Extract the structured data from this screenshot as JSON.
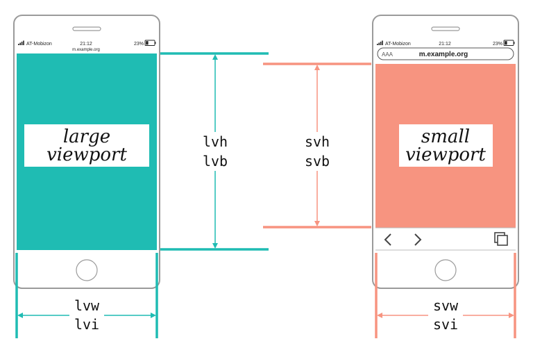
{
  "colors": {
    "teal": "#1fbcb3",
    "salmon": "#f79480",
    "phone_border": "#9a9a9a"
  },
  "left_phone": {
    "carrier": "AT-Mobizon",
    "time": "21:12",
    "battery": "23%",
    "url": "m.example.org",
    "label_line1": "large",
    "label_line2": "viewport"
  },
  "right_phone": {
    "carrier": "AT-Mobizon",
    "time": "21:12",
    "battery": "23%",
    "text_size_icon": "AAA",
    "url": "m.example.org",
    "label_line1": "small",
    "label_line2": "viewport",
    "icons": [
      "back-icon",
      "forward-icon",
      "tabs-icon"
    ]
  },
  "units": {
    "lvh": "lvh",
    "lvb": "lvb",
    "svh": "svh",
    "svb": "svb",
    "lvw": "lvw",
    "lvi": "lvi",
    "svw": "svw",
    "svi": "svi"
  }
}
